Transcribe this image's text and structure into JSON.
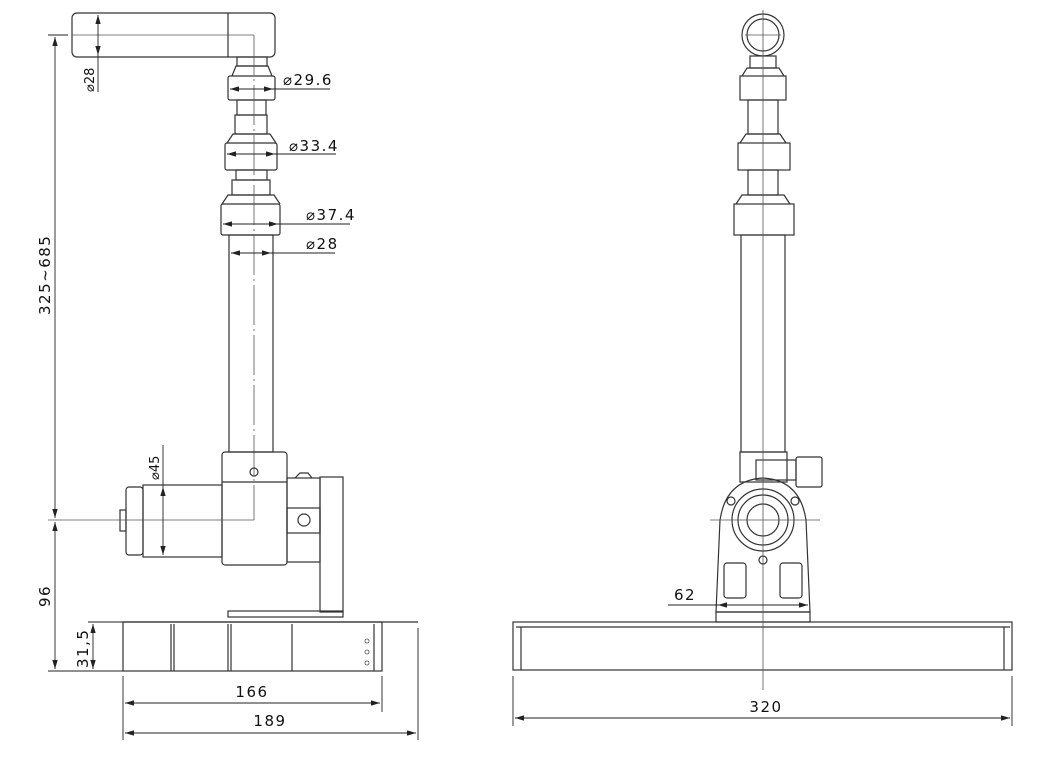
{
  "side_view": {
    "dims": {
      "handle_diameter": "⌀28",
      "ring1_diameter": "⌀29.6",
      "ring2_diameter": "⌀33.4",
      "ring3_diameter": "⌀37.4",
      "tube_diameter": "⌀28",
      "camera_diameter": "⌀45",
      "height_range": "325~685",
      "head_height": "96",
      "base_height": "31,5",
      "base_depth": "166",
      "overall_depth": "189"
    }
  },
  "front_view": {
    "dims": {
      "head_width": "62",
      "base_width": "320"
    }
  },
  "colors": {
    "line": "#333333",
    "background": "#ffffff"
  }
}
